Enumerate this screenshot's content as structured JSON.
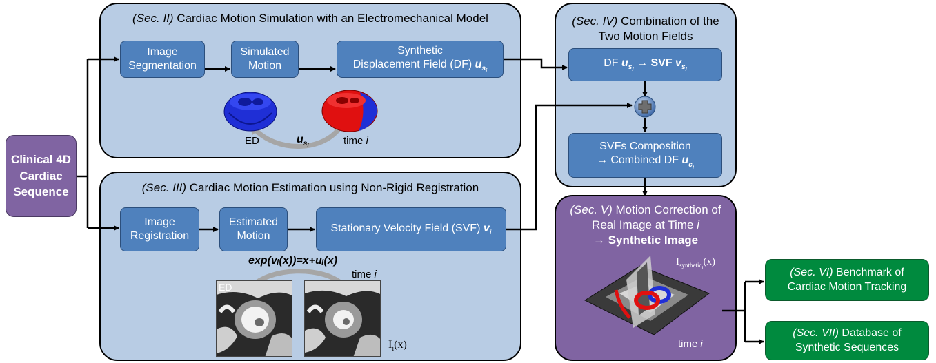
{
  "clinical": {
    "line1": "Clinical 4D",
    "line2": "Cardiac",
    "line3": "Sequence"
  },
  "sec2": {
    "title_italic": "(Sec. II)",
    "title_rest": " Cardiac Motion Simulation with an Electromechanical Model",
    "box1": [
      "Image",
      "Segmentation"
    ],
    "box2": [
      "Simulated",
      "Motion"
    ],
    "box3_line1": "Synthetic",
    "box3_line2": "Displacement Field (DF) ",
    "box3_sym": "u",
    "box3_sub": "s",
    "box3_subsub": "i",
    "label_ed": "ED",
    "label_time": "time ",
    "label_time_i": "i",
    "arrow_sym": "u",
    "arrow_sub": "s",
    "arrow_subsub": "i"
  },
  "sec3": {
    "title_italic": "(Sec. III)",
    "title_rest": " Cardiac Motion Estimation using Non-Rigid Registration",
    "box1": [
      "Image",
      "Registration"
    ],
    "box2": [
      "Estimated",
      "Motion"
    ],
    "box3_text": "Stationary Velocity Field (SVF) ",
    "box3_sym": "v",
    "box3_sub": "i",
    "equation": "exp(vᵢ(x))=x+uᵢ(x)",
    "label_ed": "ED",
    "label_time": "time ",
    "label_time_i": "i",
    "label_ix": "I",
    "label_ix_sub": "i",
    "label_ix_rest": "(x)"
  },
  "sec4": {
    "title_italic": "(Sec. IV)",
    "title_rest": " Combination of the",
    "title_line2": "Two Motion Fields",
    "box1_pre": "DF ",
    "box1_sym1": "u",
    "box1_sub1": "s",
    "box1_subsub1": "i",
    "box1_arrow": " → SVF ",
    "box1_sym2": "v",
    "box1_sub2": "s",
    "box1_subsub2": "i",
    "box2_line1": "SVFs Composition",
    "box2_pre": "→ Combined DF ",
    "box2_sym": "u",
    "box2_sub": "c",
    "box2_subsub": "i"
  },
  "sec5": {
    "title_italic": "(Sec. V)",
    "title_rest": " Motion Correction of",
    "line2": "Real Image at Time ",
    "line2_i": "i",
    "line3": "→ Synthetic Image",
    "label_isyn": "I",
    "label_isyn_sub": "synthetic",
    "label_isyn_subsub": "i",
    "label_isyn_rest": "(x)",
    "label_time": "time ",
    "label_time_i": "i"
  },
  "sec6": {
    "italic": "(Sec. VI)",
    "rest": " Benchmark of",
    "line2": "Cardiac Motion Tracking"
  },
  "sec7": {
    "italic": "(Sec. VII)",
    "rest": " Database of",
    "line2": "Synthetic Sequences"
  },
  "colors": {
    "panel": "#b8cce4",
    "box": "#4f81bd",
    "purple": "#8064a2",
    "green": "#008a3e",
    "plus_icon": "#5a7fb0"
  },
  "icons": [
    "plus-icon",
    "heart-mesh-ed",
    "heart-mesh-time-i",
    "mri-ed",
    "mri-time-i",
    "synthetic-3d-slice"
  ]
}
